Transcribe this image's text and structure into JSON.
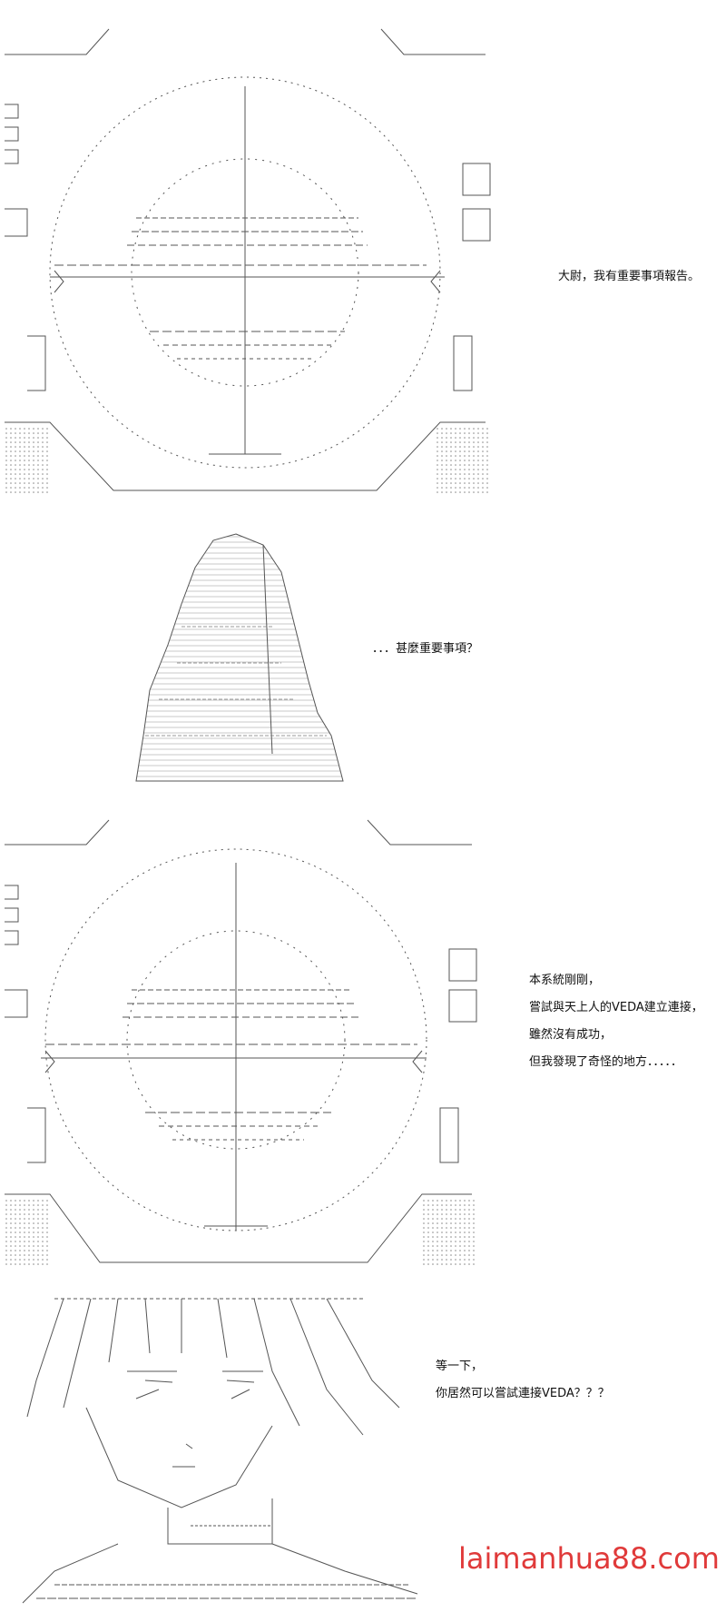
{
  "panels": [
    {
      "dialog": [
        "大尉，我有重要事項報告。"
      ]
    },
    {
      "dialog": [
        "．．．甚麼重要事項？"
      ]
    },
    {
      "dialog": [
        "本系統剛剛，",
        "嘗試與天上人的VEDA建立連接，",
        "雖然沒有成功，",
        "但我發現了奇怪的地方．．．．．"
      ]
    },
    {
      "dialog": [
        "等一下，",
        "你居然可以嘗試連接VEDA？？？"
      ]
    }
  ],
  "watermark": "laimanhua88.com",
  "colors": {
    "line": "#555555",
    "watermark": "#e03a3a"
  },
  "icons": [
    "crosshair-scope-art",
    "hooded-figure-art",
    "crosshair-scope-art",
    "character-closeup-art"
  ]
}
